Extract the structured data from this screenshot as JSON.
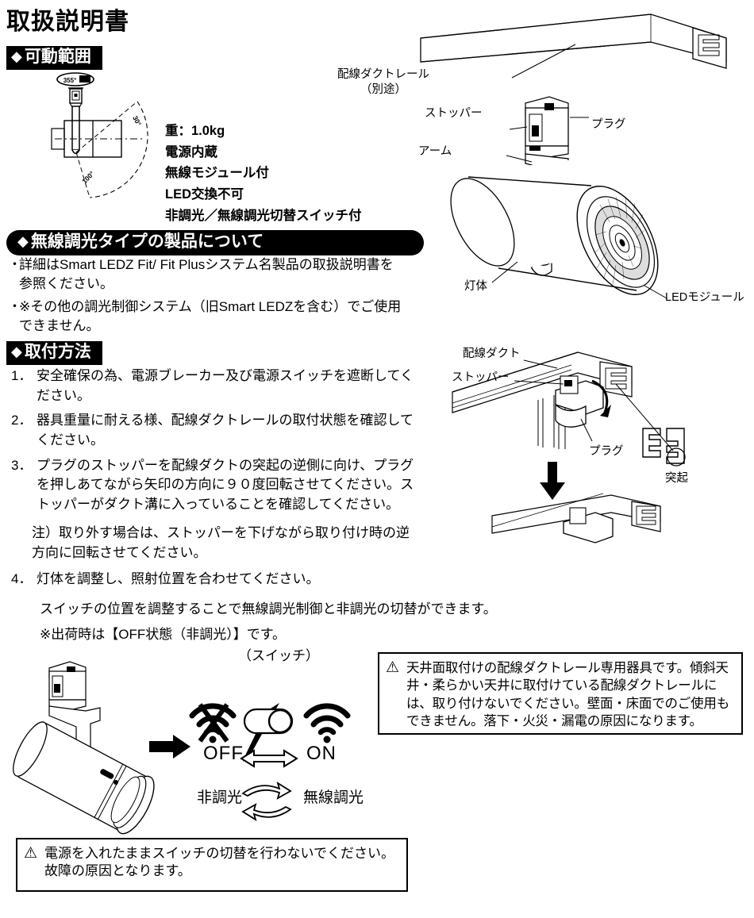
{
  "document": {
    "title": "取扱説明書"
  },
  "sections": {
    "range": {
      "heading": "可動範囲",
      "diagram_angles": [
        "355°",
        "30°",
        "100°"
      ],
      "specs": [
        "重：1.0kg",
        "電源内蔵",
        "無線モジュール付",
        "LED交換不可",
        "非調光／無線調光切替スイッチ付"
      ]
    },
    "wireless": {
      "heading": "無線調光タイプの製品について",
      "bullets": [
        "詳細はSmart LEDZ Fit/ Fit Plusシステム名製品の取扱説明書を参照ください。",
        "※その他の調光制御システム（旧Smart LEDZを含む）でご使用できません。"
      ]
    },
    "install": {
      "heading": "取付方法",
      "steps": [
        {
          "num": "1．",
          "text": "安全確保の為、電源ブレーカー及び電源スイッチを遮断してください。"
        },
        {
          "num": "2．",
          "text": "器具重量に耐える様、配線ダクトレールの取付状態を確認してください。"
        },
        {
          "num": "3．",
          "text": "プラグのストッパーを配線ダクトの突起の逆側に向け、プラグを押しあてながら矢印の方向に９０度回転させてください。ストッパーがダクト溝に入っていることを確認してください。"
        },
        {
          "num": "4．",
          "text": "灯体を調整し、照射位置を合わせてください。"
        }
      ],
      "note": "注）取り外す場合は、ストッパーを下げながら取り付け時の逆方向に回転させてください。",
      "switch_notes": [
        "スイッチの位置を調整することで無線調光制御と非調光の切替ができます。",
        "※出荷時は【OFF状態（非調光）】です。"
      ]
    }
  },
  "product_diagram": {
    "labels": {
      "duct_rail": "配線ダクトレール",
      "duct_rail_sub": "（別途）",
      "stopper": "ストッパー",
      "plug": "プラグ",
      "arm": "アーム",
      "body": "灯体",
      "led_module": "LEDモジュール"
    }
  },
  "install_diagram": {
    "labels": {
      "duct": "配線ダクト",
      "stopper": "ストッパー",
      "plug": "プラグ",
      "protrusion": "突起"
    }
  },
  "switch_diagram": {
    "caption": "（スイッチ）",
    "off_label": "OFF",
    "on_label": "ON",
    "mode_off": "非調光",
    "mode_on": "無線調光"
  },
  "warnings": {
    "ceiling": {
      "symbol": "⚠",
      "text": "天井面取付けの配線ダクトレール専用器具です。傾斜天井・柔らかい天井に取付けている配線ダクトレールには、取り付けないでください。壁面・床面でのご使用もできません。落下・火災・漏電の原因になります。"
    },
    "power": {
      "symbol": "⚠",
      "text": "電源を入れたままスイッチの切替を行わないでください。故障の原因となります。"
    }
  },
  "colors": {
    "ink": "#000000",
    "paper": "#ffffff"
  }
}
